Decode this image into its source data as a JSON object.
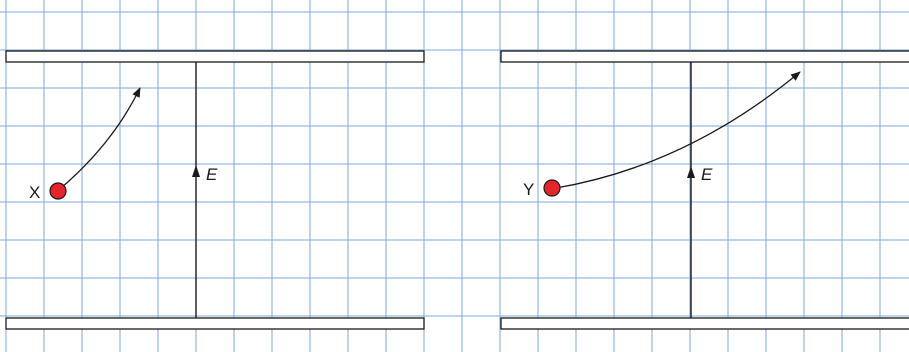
{
  "colors": {
    "grid": "#7fa8d8",
    "ink": "#1a1a1a",
    "particle_fill": "#e4252c",
    "background": "#ffffff"
  },
  "left_panel": {
    "particle_label": "X",
    "field_label": "E"
  },
  "right_panel": {
    "particle_label": "Y",
    "field_label": "E"
  }
}
